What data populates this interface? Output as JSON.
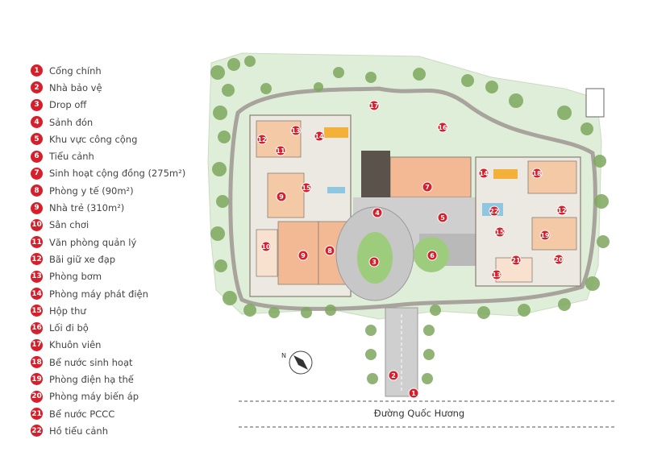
{
  "legend": [
    {
      "num": "1",
      "label": "Cổng chính"
    },
    {
      "num": "2",
      "label": "Nhà bảo vệ"
    },
    {
      "num": "3",
      "label": "Drop off"
    },
    {
      "num": "4",
      "label": "Sảnh đón"
    },
    {
      "num": "5",
      "label": "Khu vực công cộng"
    },
    {
      "num": "6",
      "label": "Tiểu cảnh"
    },
    {
      "num": "7",
      "label": "Sinh hoạt cộng đồng (275m²)"
    },
    {
      "num": "8",
      "label": "Phòng y tế (90m²)"
    },
    {
      "num": "9",
      "label": "Nhà trẻ (310m²)"
    },
    {
      "num": "10",
      "label": "Sân chơi"
    },
    {
      "num": "11",
      "label": "Văn phòng quản lý"
    },
    {
      "num": "12",
      "label": "Bãi giữ xe đạp"
    },
    {
      "num": "13",
      "label": "Phòng bơm"
    },
    {
      "num": "14",
      "label": "Phòng máy phát điện"
    },
    {
      "num": "15",
      "label": "Hộp thư"
    },
    {
      "num": "16",
      "label": "Lối đi bộ"
    },
    {
      "num": "17",
      "label": "Khuôn viên"
    },
    {
      "num": "18",
      "label": "Bể nước sinh hoạt"
    },
    {
      "num": "19",
      "label": "Phòng điện hạ thế"
    },
    {
      "num": "20",
      "label": "Phòng máy biến áp"
    },
    {
      "num": "21",
      "label": "Bể nước PCCC"
    },
    {
      "num": "22",
      "label": "Hồ tiểu cảnh"
    }
  ],
  "map": {
    "street_name": "Đường Quốc Hương",
    "compass_letter": "N",
    "markers": [
      "1",
      "2",
      "3",
      "4",
      "5",
      "6",
      "7",
      "8",
      "9",
      "9",
      "10",
      "11",
      "12",
      "12",
      "13",
      "13",
      "14",
      "14",
      "15",
      "15",
      "16",
      "17",
      "18",
      "19",
      "20",
      "21",
      "22"
    ]
  },
  "colors": {
    "marker": "#d61f2b",
    "building": "#f4c9a6",
    "grass": "#d9ead0",
    "paving": "#cfcfcf",
    "tree": "#7ea85f",
    "walkway": "#a8a39c"
  }
}
